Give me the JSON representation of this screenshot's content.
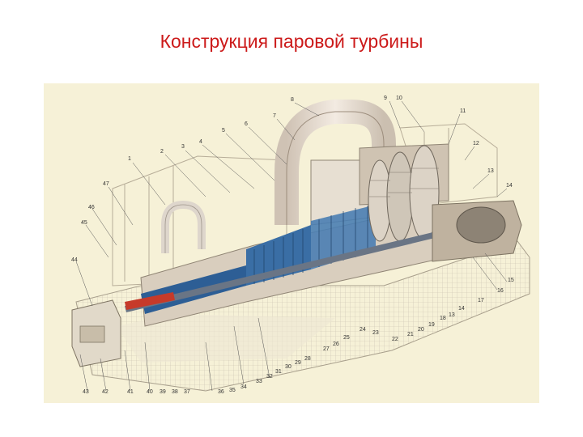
{
  "title": "Конструкция паровой турбины",
  "colors": {
    "title": "#cc1a1a",
    "background": "#f6f1d7",
    "casing": "#ddd2c2",
    "rotor_blue": "#2d5e95",
    "shaft_red": "#c63a2a",
    "pipe": "#e8ded4"
  },
  "callouts": [
    "1",
    "2",
    "3",
    "4",
    "5",
    "6",
    "7",
    "8",
    "9",
    "10",
    "11",
    "12",
    "13",
    "14",
    "15",
    "16",
    "17",
    "18",
    "19",
    "20",
    "21",
    "22",
    "23",
    "24",
    "25",
    "26",
    "27",
    "28",
    "29",
    "30",
    "31",
    "32",
    "33",
    "34",
    "35",
    "36",
    "37",
    "38",
    "39",
    "40",
    "41",
    "42",
    "43",
    "44",
    "45",
    "46",
    "47",
    "13",
    "14"
  ]
}
